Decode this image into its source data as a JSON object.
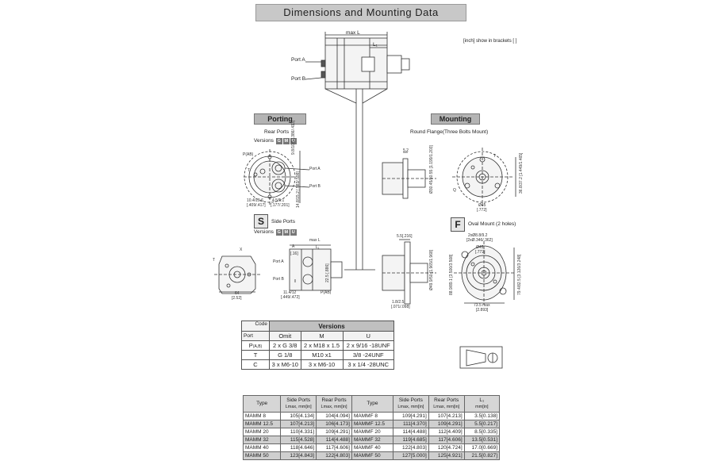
{
  "title": "Dimensions and Mounting Data",
  "inch_note": "[inch] show in brackets [ ]",
  "main_view": {
    "max_l": "max L",
    "l1": "L₁",
    "port_a": "Port A",
    "port_b": "Port B"
  },
  "porting": {
    "tag": "Porting",
    "rear_ports": "Rear Ports",
    "versions_label": "Versions",
    "versions": [
      "G",
      "M",
      "U"
    ],
    "labels": {
      "pab": "P(AB)",
      "t": "T",
      "port_a": "Port A",
      "port_b": "Port B",
      "dim_1": "9.8/10.5",
      "dim_1_in": "[.386/.413]",
      "dim_2": "10.4/10.6",
      "dim_2_in": "[.409/.417]",
      "dim_3": "4.5/5.1",
      "dim_3_in": "[.177/.201]",
      "dim_4": "14.8/15.2",
      "dim_4_in": "[.583/.598]"
    }
  },
  "side_ports": {
    "letter": "S",
    "title": "Side Ports",
    "versions_label": "Versions",
    "versions": [
      "G",
      "M",
      "U"
    ],
    "labels": {
      "t": "T",
      "x": "X",
      "dim_64": "64",
      "dim_64_in": "[2.52]",
      "max_l": "max L",
      "l1": "L₁",
      "a": "A",
      "a_dim": "[.16]",
      "port_a": "Port A",
      "port_b": "Port B",
      "pab": "P(AB)",
      "dim_11": "11.4/12",
      "dim_11_in": "[.449/.472]",
      "dim_v": "22.5",
      "dim_v_in": "[.886]"
    }
  },
  "mounting": {
    "tag": "Mounting",
    "round_flange": "Round Flange(Three Bolts Mount)",
    "rf_labels": {
      "d1": "5.2",
      "d2": "Ø30.45/30.55",
      "d2_in": "[1.199/1.203]",
      "d3": "Ø45",
      "d3_in": "[.772]",
      "d4": "36.8/37.2",
      "d4_in": "[1.449/1.465]",
      "t": "T",
      "q": "Q"
    },
    "oval_letter": "F",
    "oval_title": "Oval Mount (2 holes)",
    "om_labels": {
      "d1": "2xØ8.8/9.2",
      "d1_in": "[2xØ.346/.362]",
      "d2": "Ø45",
      "d2_in": "[.772]",
      "d3": "5.5[.216]",
      "d4": "73.5 max",
      "d4_in": "[2.893]",
      "d5": "79.4/82.5",
      "d5_in": "[3.126/3.248]",
      "d6": "1.8/2.5",
      "d6_in": "[.071/.098]",
      "d7": "Ø49.9/50",
      "d7_in": "[1.965/1.968]",
      "d8": "88.9/89.1",
      "d8_in": "[3.500/3.508]"
    }
  },
  "versions_table": {
    "code_label": "Code",
    "port_label": "Port",
    "header": "Versions",
    "columns": [
      "Omit",
      "M",
      "U"
    ],
    "rows": [
      {
        "port": "P",
        "port_sub": "(A,B)",
        "values": [
          "2 x G 3/8",
          "2 x M18 x 1.5",
          "2 x 9/16 -18UNF"
        ]
      },
      {
        "port": "T",
        "port_sub": "",
        "values": [
          "G 1/8",
          "M10  x1",
          "3/8 -24UNF"
        ]
      },
      {
        "port": "C",
        "port_sub": "",
        "values": [
          "3 x M6-10",
          "3 x M6-10",
          "3 x 1/4 -28UNC"
        ]
      }
    ]
  },
  "dims_table": {
    "headers": [
      {
        "main": "Type",
        "sub": ""
      },
      {
        "main": "Side Ports",
        "sub": "Lmax, mm[in]"
      },
      {
        "main": "Rear Ports",
        "sub": "Lmax, mm[in]"
      },
      {
        "main": "Type",
        "sub": ""
      },
      {
        "main": "Side Ports",
        "sub": "Lmax, mm[in]"
      },
      {
        "main": "Rear Ports",
        "sub": "Lmax, mm[in]"
      },
      {
        "main": "L₁",
        "sub": "mm[in]"
      }
    ],
    "rows": [
      [
        "MAMM 8",
        "105[4.134]",
        "104[4.094]",
        "MAMMF 8",
        "109[4.291]",
        "107[4.213]",
        "3.5[0.138]"
      ],
      [
        "MAMM 12.5",
        "107[4.213]",
        "106[4.173]",
        "MAMMF 12.5",
        "111[4.370]",
        "109[4.291]",
        "5.5[0.217]"
      ],
      [
        "MAMM 20",
        "110[4.331]",
        "109[4.291]",
        "MAMMF 20",
        "114[4.488]",
        "112[4.409]",
        "8.5[0.335]"
      ],
      [
        "MAMM 32",
        "115[4.528]",
        "114[4.488]",
        "MAMMF 32",
        "119[4.685]",
        "117[4.606]",
        "13.5[0.531]"
      ],
      [
        "MAMM 40",
        "118[4.646]",
        "117[4.606]",
        "MAMMF 40",
        "122[4.803]",
        "120[4.724]",
        "17.0[0.669]"
      ],
      [
        "MAMM 50",
        "123[4.843]",
        "122[4.803]",
        "MAMMF 50",
        "127[5.000]",
        "125[4.921]",
        "21.5[0.827]"
      ]
    ]
  }
}
